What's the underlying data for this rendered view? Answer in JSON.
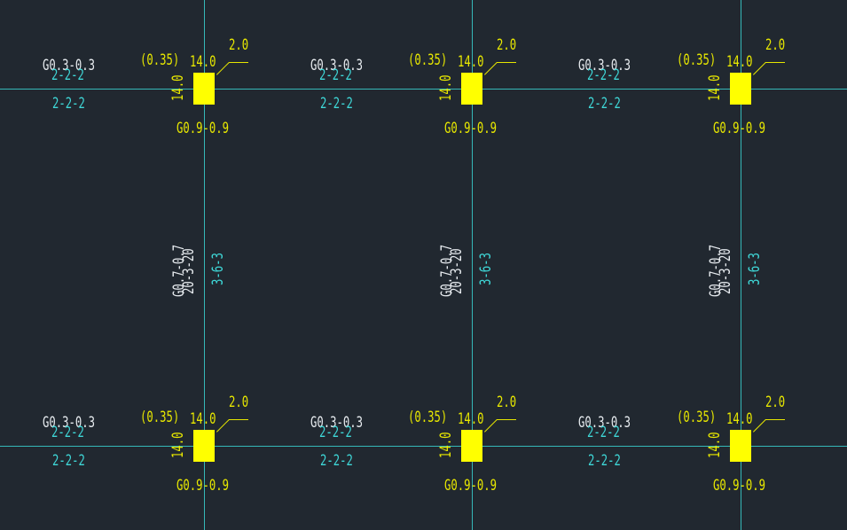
{
  "drawing": {
    "background": "#212830",
    "grid_color": "#35b8b8",
    "column_color": "#ffff00",
    "annotation_color": "#e8e800",
    "beam_label_color": "#e8ecf0",
    "rebar_label_color": "#3fd8d8"
  },
  "column_tag": {
    "bracket_value": "(0.35)",
    "top_value": "14.0",
    "side_value": "14.0",
    "corner_value": "2.0",
    "joint_label": "G0.9-0.9"
  },
  "horizontal_beam": {
    "section_label": "G0.3-0.3",
    "rebar_overlap": "2-2-2",
    "rebar_label": "2-2-2"
  },
  "vertical_beam": {
    "section_label": "G0.7-0.7",
    "section_overlap": "20-3-20",
    "rebar_label": "3-6-3"
  }
}
